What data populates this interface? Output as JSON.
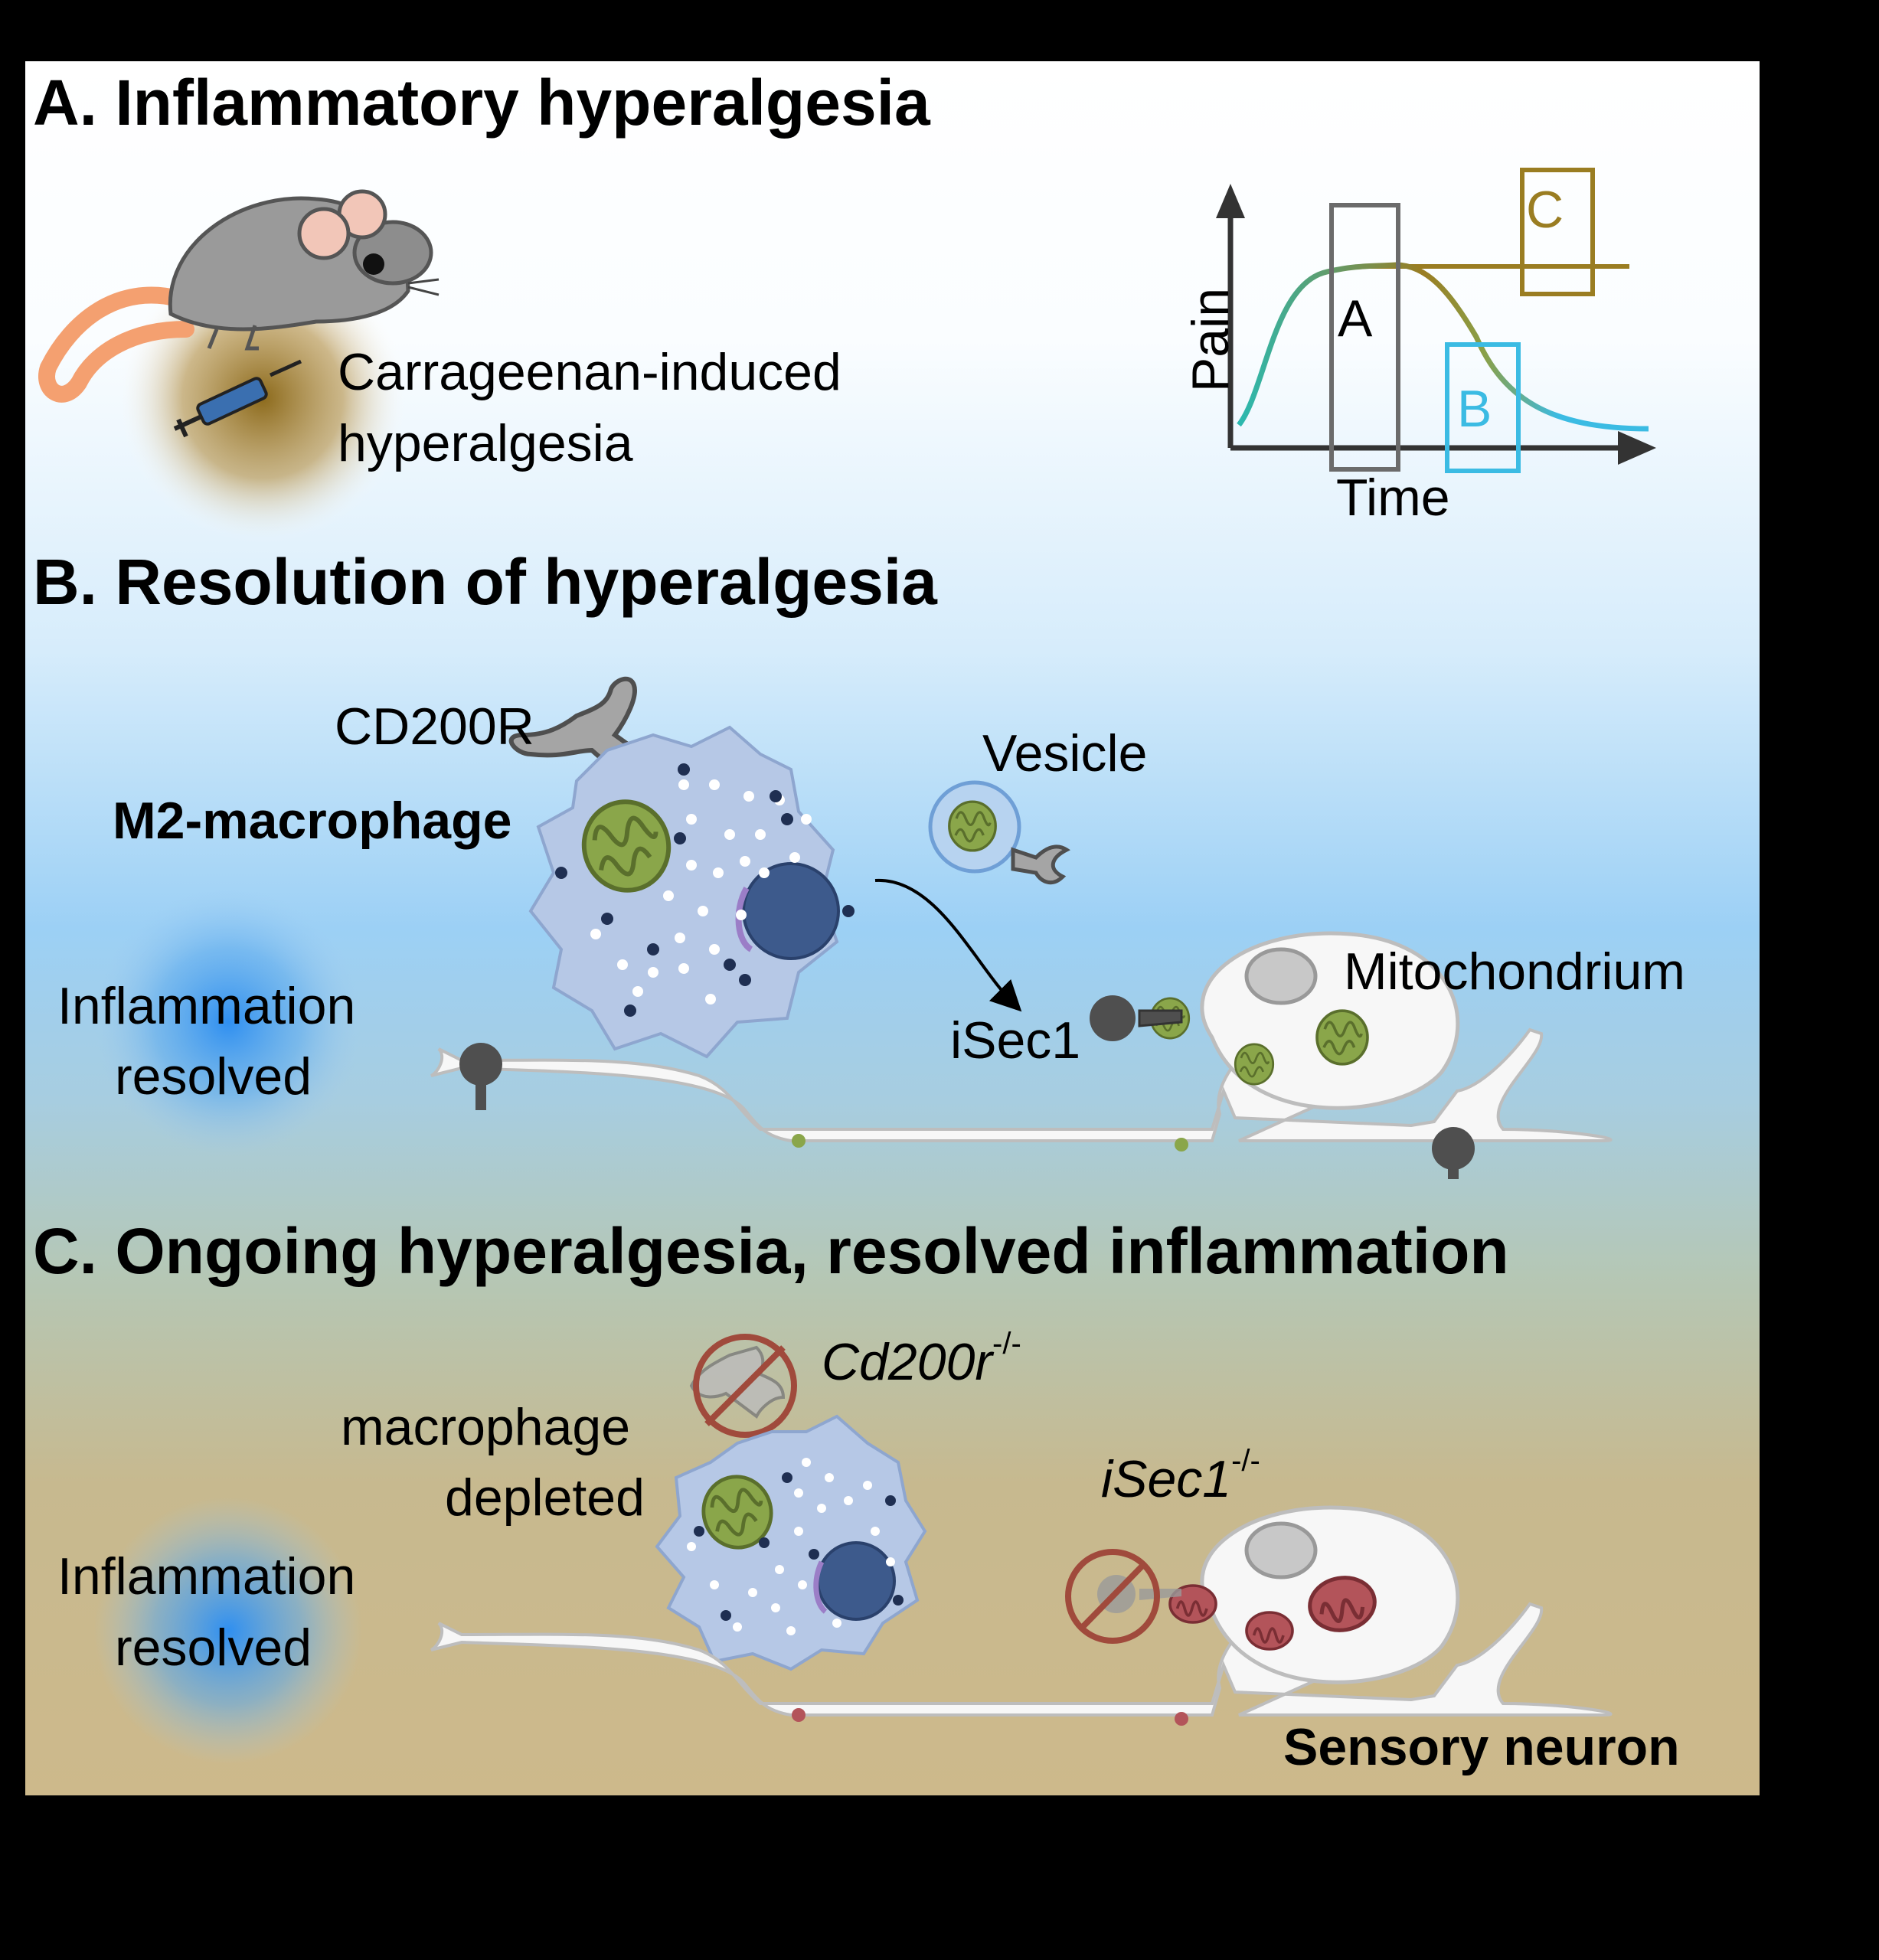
{
  "panel_a": {
    "title": "A. Inflammatory hyperalgesia",
    "mouse_caption_line1": "Carrageenan-induced",
    "mouse_caption_line2": "hyperalgesia",
    "graph": {
      "ylabel": "Pain",
      "xlabel": "Time",
      "box_a": "A",
      "box_b": "B",
      "box_c": "C",
      "colors": {
        "box_a": "#6b6b6b",
        "box_b": "#3bbbe3",
        "box_c": "#9a7d22",
        "curve_rise": "#2bb9b0",
        "curve_plateau": "#9a7d22",
        "curve_fall": "#3bbbe3"
      }
    }
  },
  "panel_b": {
    "title": "B. Resolution of hyperalgesia",
    "receptor_label": "CD200R",
    "cell_label": "M2-macrophage",
    "vesicle_label": "Vesicle",
    "mitochondrion_label": "Mitochondrium",
    "isec_label": "iSec1",
    "inflammation_line1": "Inflammation",
    "inflammation_line2": "resolved"
  },
  "panel_c": {
    "title": "C. Ongoing hyperalgesia, resolved inflammation",
    "knockout_gene": "Cd200r",
    "knockout_sup": "-/-",
    "macrophage_line1": "macrophage",
    "macrophage_line2": "depleted",
    "isec_knockout": "iSec1",
    "isec_sup": "-/-",
    "inflammation_line1": "Inflammation",
    "inflammation_line2": "resolved",
    "neuron_label": "Sensory neuron"
  },
  "colors": {
    "mito_healthy": "#8aa64a",
    "mito_damaged": "#b3545a",
    "nucleus": "#3d5a8c",
    "macrophage": "#b6c8e6",
    "inflammation_glow": "#3aa0ee",
    "prohibit": "#a04a3c"
  }
}
